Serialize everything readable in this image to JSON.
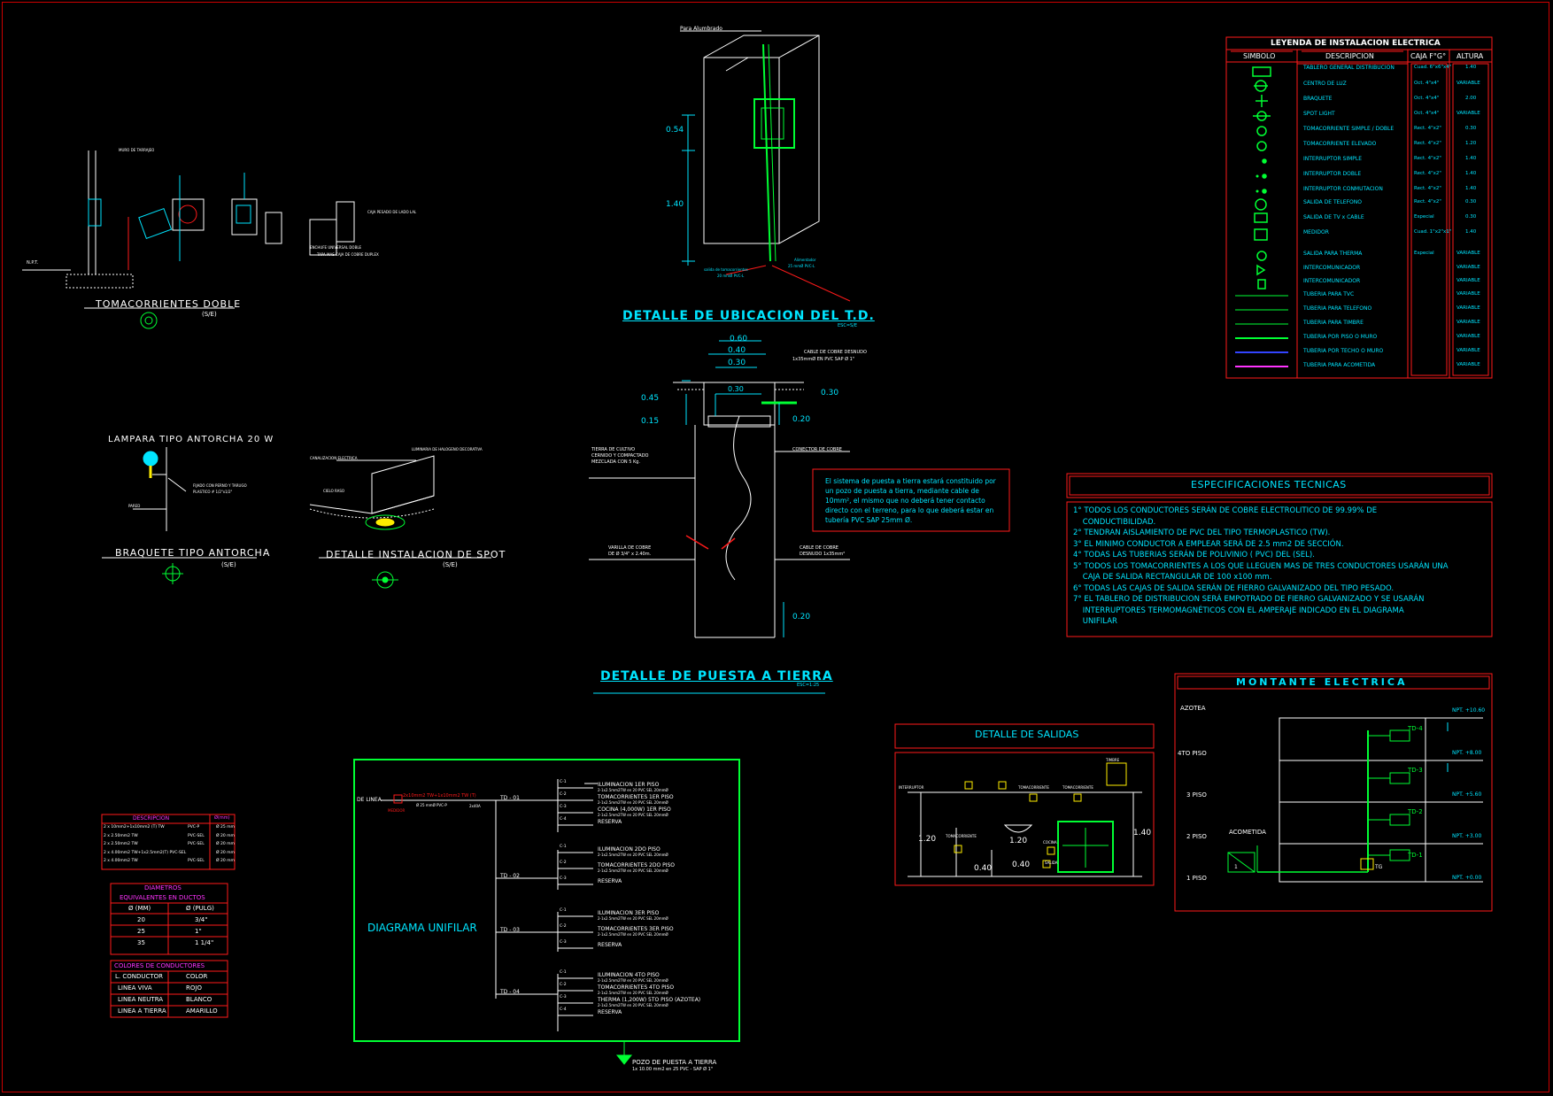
{
  "colors": {
    "red": "#ff1a1a",
    "green": "#00ff33",
    "cyan": "#00e5ff",
    "white": "#ffffff",
    "magenta": "#ff33ff",
    "blue": "#3344ff",
    "yellow": "#ffee00"
  },
  "outlet": {
    "title": "TOMACORRIENTES DOBLE",
    "scale": "(S/E)",
    "npt": "N.P.T.",
    "wall_label": "MURO DE TARRAJEO",
    "box_label": "CAJA PESADO DE LADO LAL",
    "label2": "ENCHUFE UNIVERSAL DOBLE",
    "label3": "TAPA MAS CAJA DE COBRE DUPLEX"
  },
  "td_detail": {
    "top_label": "Para Alumbrado",
    "dim1": "0.54",
    "dim2": "1.40",
    "title": "DETALLE DE UBICACION DEL T.D.",
    "scale": "ESC=S/E",
    "left_bottom": "salida de tomacorrientes",
    "left_bottom2": "20 mmØ PVC-L",
    "right_bottom": "Alimentador",
    "right_bottom2": "25 mmØ PVC-L"
  },
  "legend": {
    "title": "LEYENDA DE INSTALACION ELECTRICA",
    "headers": [
      "SIMBOLO",
      "DESCRIPCION",
      "CAJA F°G°",
      "ALTURA"
    ],
    "rows": [
      {
        "desc": "TABLERO GENERAL DISTRIBUCION",
        "caja": "Cuad. 6\"x6\"x4\"",
        "alt": "1.40"
      },
      {
        "desc": "CENTRO DE LUZ",
        "caja": "Oct. 4\"x4\"",
        "alt": "VARIABLE"
      },
      {
        "desc": "BRAQUETE",
        "caja": "Oct. 4\"x4\"",
        "alt": "2.00"
      },
      {
        "desc": "SPOT LIGHT",
        "caja": "Oct. 4\"x4\"",
        "alt": "VARIABLE"
      },
      {
        "desc": "TOMACORRIENTE SIMPLE / DOBLE",
        "caja": "Rect. 4\"x2\"",
        "alt": "0.30"
      },
      {
        "desc": "TOMACORRIENTE ELEVADO",
        "caja": "Rect. 4\"x2\"",
        "alt": "1.20"
      },
      {
        "desc": "INTERRUPTOR SIMPLE",
        "caja": "Rect. 4\"x2\"",
        "alt": "1.40"
      },
      {
        "desc": "INTERRUPTOR DOBLE",
        "caja": "Rect. 4\"x2\"",
        "alt": "1.40"
      },
      {
        "desc": "INTERRUPTOR CONMUTACION",
        "caja": "Rect. 4\"x2\"",
        "alt": "1.40"
      },
      {
        "desc": "SALIDA DE TELEFONO",
        "caja": "Rect. 4\"x2\"",
        "alt": "0.30"
      },
      {
        "desc": "SALIDA DE TV x CABLE",
        "caja": "Especial",
        "alt": "0.30"
      },
      {
        "desc": "MEDIDOR",
        "caja": "Cuad. 1\"x2\"x1\"",
        "alt": "1.40"
      },
      {
        "desc": "SALIDA PARA THERMA",
        "caja": "Especial",
        "alt": "VARIABLE"
      },
      {
        "desc": "INTERCOMUNICADOR",
        "caja": "",
        "alt": "VARIABLE"
      },
      {
        "desc": "INTERCOMUNICADOR",
        "caja": "",
        "alt": "VARIABLE"
      },
      {
        "desc": "TUBERIA PARA TVC",
        "caja": "",
        "alt": "VARIABLE"
      },
      {
        "desc": "TUBERIA PARA TELEFONO",
        "caja": "",
        "alt": "VARIABLE"
      },
      {
        "desc": "TUBERIA PARA TIMBRE",
        "caja": "",
        "alt": "VARIABLE"
      },
      {
        "desc": "TUBERIA POR PISO O MURO",
        "caja": "",
        "alt": "VARIABLE"
      },
      {
        "desc": "TUBERIA POR TECHO O MURO",
        "caja": "",
        "alt": "VARIABLE"
      },
      {
        "desc": "TUBERIA PARA ACOMETIDA",
        "caja": "",
        "alt": "VARIABLE"
      }
    ]
  },
  "lamp": {
    "title": "LAMPARA TIPO ANTORCHA  20 W",
    "note": "FIJADO CON PERNO Y TARUGO",
    "note2": "PLASTICO # 1/2\"x1/2\"",
    "wall": "PARED",
    "title2": "BRAQUETE TIPO ANTORCHA",
    "scale": "(S/E)"
  },
  "spot": {
    "title": "DETALLE INSTALACION DE SPOT",
    "scale": "(S/E)",
    "l1": "CANALIZACION ELECTRICA",
    "l2": "LUMINARIA DE HALOGENO DECORATIVA",
    "l3": "CIELO RASO"
  },
  "ground": {
    "d1": "0.60",
    "d2": "0.40",
    "d3": "0.30",
    "d4": "0.45",
    "d5": "0.15",
    "d6": "0.30",
    "d7": "0.20",
    "d8": "0.20",
    "d9": "0.30",
    "l1": "CABLE DE COBRE DESNUDO",
    "l2": "1x35mmØ EN PVC SAP Ø 1\"",
    "l3": "CONECTOR DE COBRE",
    "l4": "TIERRA DE CULTIVO",
    "l5": "CERNIDO Y COMPACTADO",
    "l6": "MEZCLADA CON 5 Kg.",
    "l7": "VARILLA DE COBRE",
    "l8": "DE Ø 3/4\" x 2.40m.",
    "l9": "CABLE DE COBRE",
    "l10": "DESNUDO 1x35mm²",
    "note": "El sistema de puesta a tierra estará constituido por un pozo de puesta a tierra, mediante cable de 10mm², el mismo que no deberá tener contacto directo con el terreno, para lo que deberá estar en tubería PVC SAP 25mm Ø.",
    "title": "DETALLE DE PUESTA A TIERRA",
    "scale": "ESC=1:25"
  },
  "specs": {
    "title": "ESPECIFICACIONES TECNICAS",
    "items": [
      "1° TODOS LOS CONDUCTORES SERÁN DE COBRE ELECTROLITICO DE 99.99% DE",
      "    CONDUCTIBILIDAD.",
      "2° TENDRAN AISLAMIENTO DE PVC DEL TIPO TERMOPLASTICO (TW).",
      "3° EL MINIMO CONDUCTOR A EMPLEAR SERÁ DE 2.5 mm2 DE SECCIÓN.",
      "4° TODAS LAS TUBERIAS SERÁN DE POLIVINIO ( PVC) DEL (SEL).",
      "5° TODOS LOS TOMACORRIENTES A LOS QUE LLEGUEN MAS DE TRES CONDUCTORES USARÁN UNA",
      "    CAJA DE SALIDA RECTANGULAR DE 100 x100 mm.",
      "6° TODAS LAS CAJAS DE SALIDA SERÁN DE FIERRO GALVANIZADO DEL TIPO PESADO.",
      "7° EL TABLERO DE DISTRIBUCION SERÁ EMPOTRADO DE FIERRO GALVANIZADO Y SE USARÁN",
      "    INTERRUPTORES TERMOMAGNÉTICOS CON EL AMPERAJE INDICADO EN EL DIAGRAMA",
      "    UNIFILAR"
    ]
  },
  "montante": {
    "title": "MONTANTE   ELECTRICA",
    "floors": [
      "AZOTEA",
      "4TO PISO",
      "3 PISO",
      "2 PISO",
      "1 PISO"
    ],
    "npt": [
      "NPT. +10.60",
      "NPT. +8.00",
      "NPT. +5.60",
      "NPT. +3.00",
      "NPT. +0.00"
    ],
    "tds": [
      "TD-4",
      "TD-3",
      "TD-2",
      "TD-1"
    ],
    "tg": "TG",
    "acometida": "ACOMETIDA",
    "med": "1"
  },
  "salidas": {
    "title": "DETALLE DE SALIDAS",
    "d1": "1.20",
    "d2": "1.20",
    "d3": "1.40",
    "d4": "0.40",
    "d5": "0.40",
    "l1": "INTERRUPTOR",
    "l2": "TOMACORRIENTE",
    "l3": "TOMACORRIENTE",
    "l4": "TOMACORRIENTE",
    "l5": "COCINA",
    "l6": "TIMBRE",
    "l7": "SALIDA"
  },
  "desc_table": {
    "header": "DESCRIPCION",
    "header2": "Ø(mm)",
    "rows": [
      [
        "2 x 10mm2+1x10mm2 (T) TW",
        "PVC-P",
        "Ø 25 mm"
      ],
      [
        "2 x 2.50mm2  TW",
        "PVC-SEL",
        "Ø 20 mm"
      ],
      [
        "2 x 2.50mm2  TW",
        "PVC-SEL",
        "Ø 20 mm"
      ],
      [
        "2 x 4.00mm2  TW+1x2.5mm2(T) PVC-SEL",
        "",
        "Ø 20 mm"
      ],
      [
        "2 x 4.00mm2  TW",
        "PVC-SEL",
        "Ø 20 mm"
      ]
    ]
  },
  "diam_table": {
    "title": "DIAMETROS",
    "title2": "EQUIVALENTES EN DUCTOS",
    "h1": "Ø (MM)",
    "h2": "Ø (PULG)",
    "rows": [
      [
        "20",
        "3/4\""
      ],
      [
        "25",
        "1\""
      ],
      [
        "35",
        "1 1/4\""
      ]
    ]
  },
  "colors_table": {
    "title": "COLORES DE CONDUCTORES",
    "h1": "L. CONDUCTOR",
    "h2": "COLOR",
    "rows": [
      [
        "LINEA VIVA",
        "ROJO"
      ],
      [
        "LINEA NEUTRA",
        "BLANCO"
      ],
      [
        "LINEA A TIERRA",
        "AMARILLO"
      ]
    ]
  },
  "unifilar": {
    "title": "DIAGRAMA UNIFILAR",
    "de_linea": "DE LINEA",
    "medidor": "MEDIDOR",
    "main": "2x10mm2 TW+1x10mm2 TW (T)",
    "main2": "Ø 25 mmØ PVC-P",
    "main_brk": "2x40A",
    "pozo": "POZO DE PUESTA A TIERRA",
    "pozo2": "1x 10.00 mm2 en 25 PVC - SAP Ø 1\"",
    "boards": [
      {
        "name": "TD - 01",
        "circuits": [
          "ILUMINACION 1ER PISO",
          "TOMACORRIENTES 1ER PISO",
          "COCINA (4,000W) 1ER PISO",
          "RESERVA"
        ]
      },
      {
        "name": "TD - 02",
        "circuits": [
          "ILUMINACION 2DO PISO",
          "TOMACORRIENTES 2DO PISO",
          "RESERVA"
        ]
      },
      {
        "name": "TD - 03",
        "circuits": [
          "ILUMINACION 3ER PISO",
          "TOMACORRIENTES 3ER PISO",
          "RESERVA"
        ]
      },
      {
        "name": "TD - 04",
        "circuits": [
          "ILUMINACION 4TO PISO",
          "TOMACORRIENTES 4TO PISO",
          "THERMA (1,200W) 5TO PISO (AZOTEA)",
          "RESERVA"
        ]
      }
    ],
    "subtext": "2-1x2.5mm2TW en 20 PVC SEL 20mmØ",
    "codes": [
      "C-1",
      "C-2",
      "C-3",
      "C-4"
    ]
  }
}
